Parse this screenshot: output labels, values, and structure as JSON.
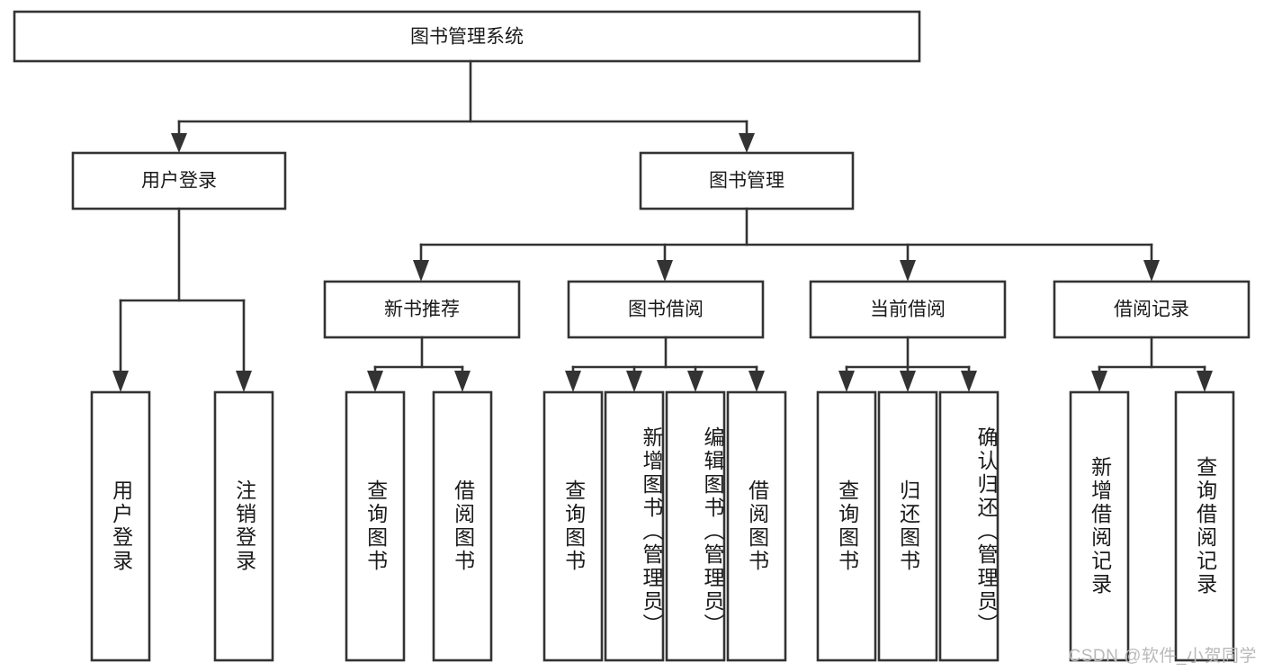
{
  "diagram": {
    "title": "图书管理系统",
    "type": "hierarchy-tree",
    "watermark": "CSDN @软件_小贺同学",
    "colors": {
      "stroke": "#333333",
      "fill": "#ffffff",
      "text": "#1a1a1a",
      "watermark": "#b9b9b9"
    },
    "root": {
      "label": "图书管理系统"
    },
    "level2": [
      {
        "label": "用户登录"
      },
      {
        "label": "图书管理"
      }
    ],
    "level3": [
      {
        "label": "新书推荐"
      },
      {
        "label": "图书借阅"
      },
      {
        "label": "当前借阅"
      },
      {
        "label": "借阅记录"
      }
    ],
    "leaves": {
      "user_login": [
        {
          "label": "用户登录"
        },
        {
          "label": "注销登录"
        }
      ],
      "new_book": [
        {
          "label": "查询图书"
        },
        {
          "label": "借阅图书"
        }
      ],
      "book_borrow": [
        {
          "label": "查询图书"
        },
        {
          "label": "新增图书（管理员）"
        },
        {
          "label": "编辑图书（管理员）"
        },
        {
          "label": "借阅图书"
        }
      ],
      "current_borrow": [
        {
          "label": "查询图书"
        },
        {
          "label": "归还图书"
        },
        {
          "label": "确认归还（管理员）"
        }
      ],
      "borrow_record": [
        {
          "label": "新增借阅记录"
        },
        {
          "label": "查询借阅记录"
        }
      ]
    }
  }
}
